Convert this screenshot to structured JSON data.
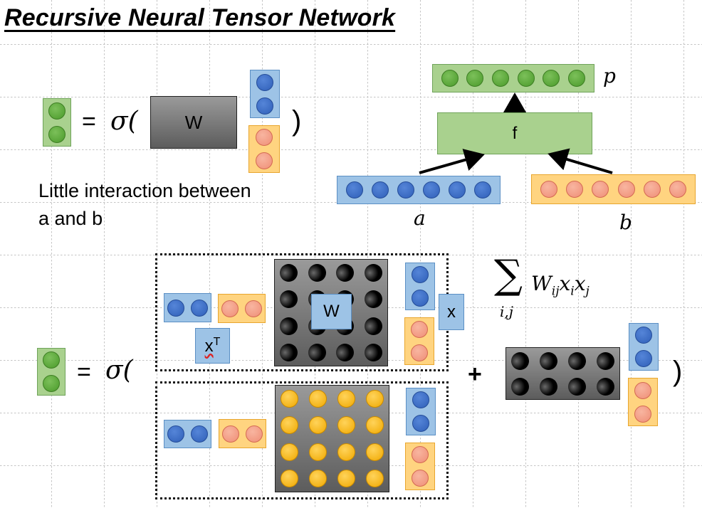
{
  "title": "Recursive Neural Tensor Network",
  "top_left": {
    "equals": "=",
    "sigma": "σ(",
    "close_paren": ")",
    "matrix_label": "W",
    "caption_line1": "Little interaction between",
    "caption_line2": "a and b"
  },
  "tree": {
    "parent_label": "p",
    "function_label": "f",
    "left_label": "a",
    "right_label": "b"
  },
  "bottom": {
    "equals": "=",
    "sigma": "σ(",
    "plus": "+",
    "close_paren": ")",
    "xT_base": "x",
    "xT_sup": "T",
    "W_label": "W",
    "x_label": "x",
    "sum_symbol": "∑",
    "sum_subscript": "i,j",
    "sum_term": "W",
    "sum_term_sub": "ij",
    "sum_x1": "x",
    "sum_x1_sub": "i",
    "sum_x2": "x",
    "sum_x2_sub": "j"
  },
  "colors": {
    "green": "#a9d18e",
    "blue": "#9dc3e6",
    "orange": "#ffd480",
    "gray_matrix": "#7a7a7a"
  }
}
